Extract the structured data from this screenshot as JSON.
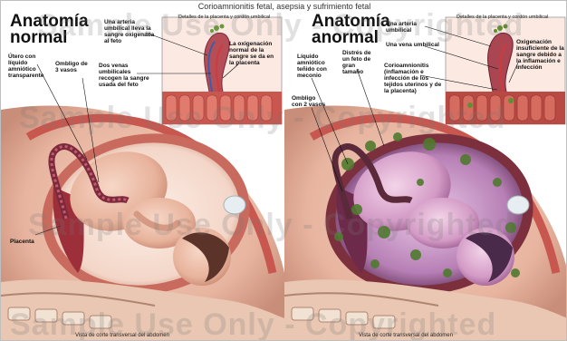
{
  "title": "Corioamnionitis fetal, asepsia y sufrimiento fetal",
  "watermark": "Sample Use Only - Copyrighted",
  "left": {
    "heading_line1": "Anatomía",
    "heading_line2": "normal",
    "inset_title": "Detalles de la placenta y cordón umbilical",
    "labels": {
      "arteria": "Una arteria umbilical lleva la sangre oxigenada al feto",
      "oxigenacion": "La oxigenación normal de la sangre se da en la placenta",
      "utero": "Útero con líquido amniótico transparente",
      "ombligo": "Ombligo de 3 vasos",
      "venas": "Dos venas umbilicales recogen la sangre usada del feto",
      "placenta": "Placenta"
    },
    "footer": "Vista de corte transversal del abdomen"
  },
  "right": {
    "heading_line1": "Anatomía",
    "heading_line2": "anormal",
    "inset_title": "Detalles de la placenta y cordón umbilical",
    "labels": {
      "arteria": "Una arteria umbilical",
      "vena": "Una vena umbilical",
      "oxigenacion": "Oxigenación insuficiente de la sangre debido a la inflamación e infección",
      "liquido": "Líquido amniótico teñido con meconio",
      "distres": "Distrés de un feto de gran tamaño",
      "corioamnionitis": "Corioamnionitis (inflamación e infección de los tejidos uterinos y de la placenta)",
      "ombligo": "Ombligo con 2 vasos"
    },
    "footer": "Vista de corte transversal del abdomen"
  }
}
